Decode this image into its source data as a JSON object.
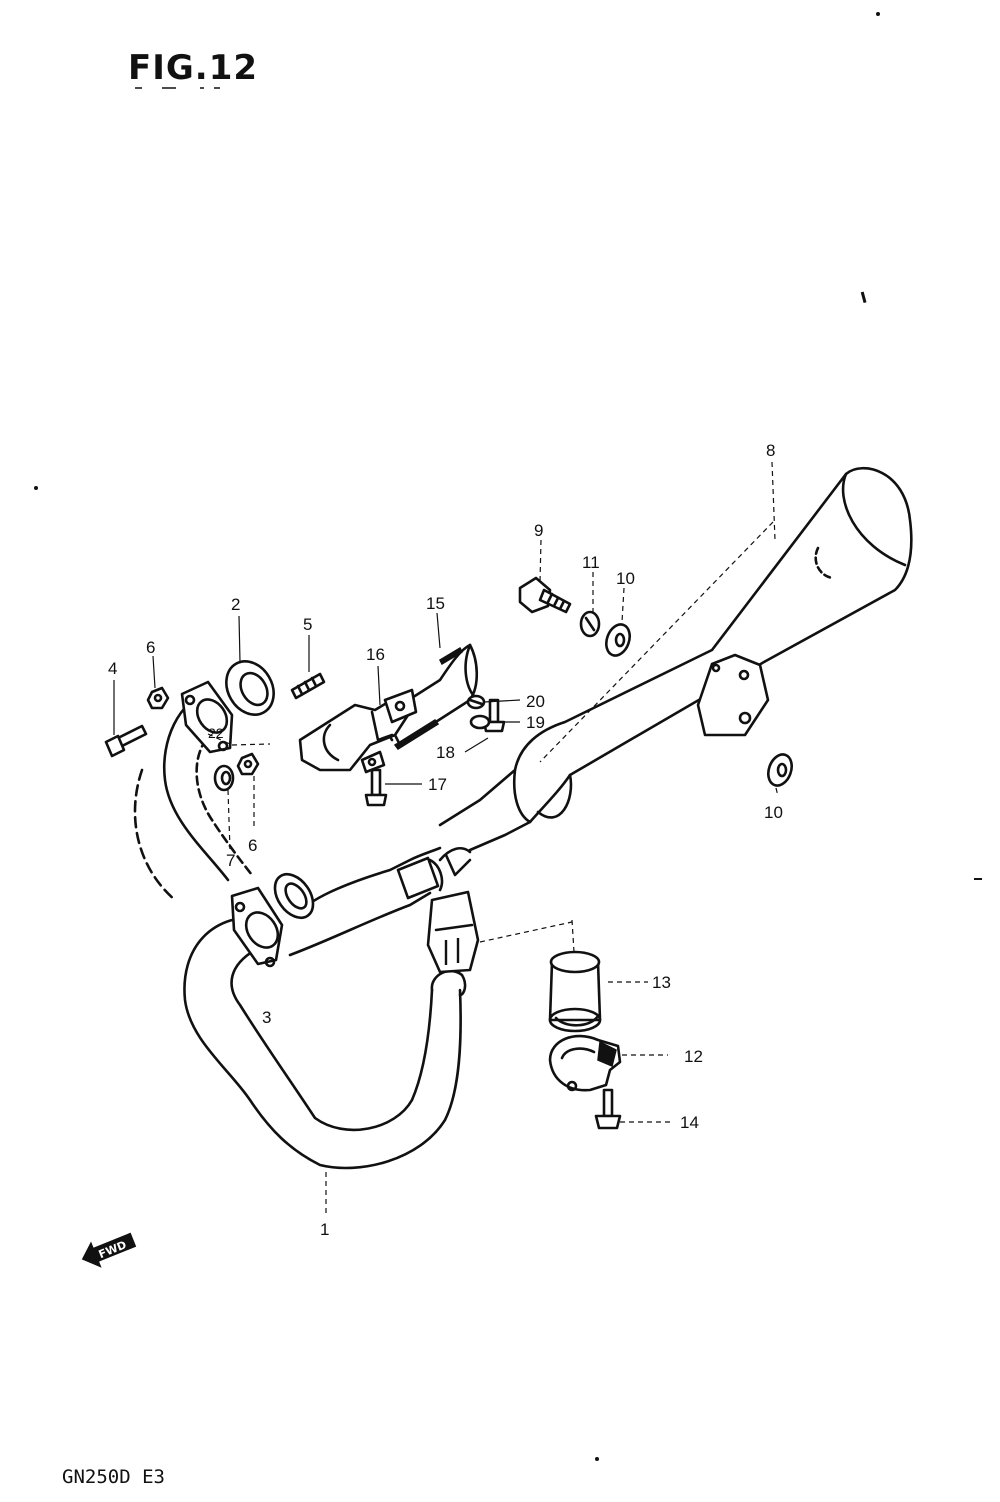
{
  "figure": {
    "title": "FIG.12",
    "model_code": "GN250D E3",
    "direction_badge": "FWD"
  },
  "callouts": [
    {
      "id": "1",
      "label": "1"
    },
    {
      "id": "2",
      "label": "2"
    },
    {
      "id": "3",
      "label": "3"
    },
    {
      "id": "4",
      "label": "4"
    },
    {
      "id": "5",
      "label": "5"
    },
    {
      "id": "6a",
      "label": "6"
    },
    {
      "id": "6b",
      "label": "6"
    },
    {
      "id": "7",
      "label": "7"
    },
    {
      "id": "8",
      "label": "8"
    },
    {
      "id": "9",
      "label": "9"
    },
    {
      "id": "10a",
      "label": "10"
    },
    {
      "id": "10b",
      "label": "10"
    },
    {
      "id": "11",
      "label": "11"
    },
    {
      "id": "12",
      "label": "12"
    },
    {
      "id": "13",
      "label": "13"
    },
    {
      "id": "14",
      "label": "14"
    },
    {
      "id": "15",
      "label": "15"
    },
    {
      "id": "16",
      "label": "16"
    },
    {
      "id": "17",
      "label": "17"
    },
    {
      "id": "18",
      "label": "18"
    },
    {
      "id": "19",
      "label": "19"
    },
    {
      "id": "20",
      "label": "20"
    },
    {
      "id": "22",
      "label": "22"
    }
  ]
}
